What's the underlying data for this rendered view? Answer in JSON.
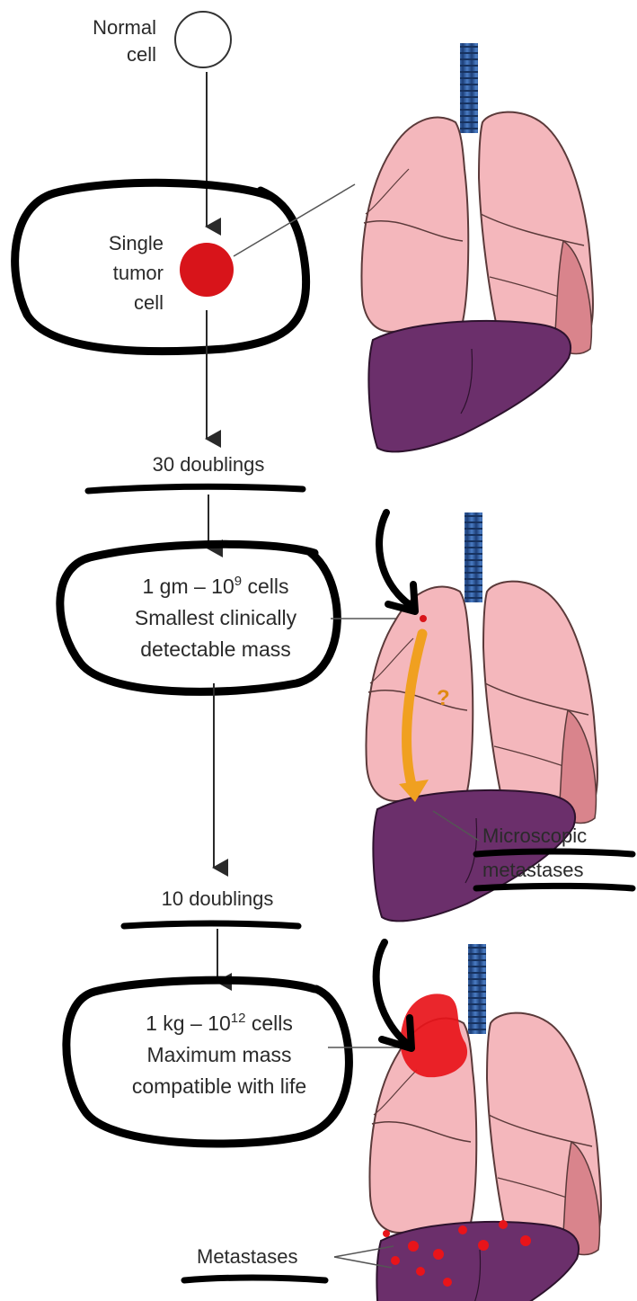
{
  "stage1": {
    "normal_label": [
      "Normal",
      "cell"
    ],
    "tumor_label": [
      "Single",
      "tumor",
      "cell"
    ],
    "doublings": "30 doublings"
  },
  "stage2": {
    "lines": [
      "1 gm – 10",
      "9",
      " cells",
      "Smallest clinically",
      "detectable mass"
    ],
    "question_mark": "?",
    "metastases_label": [
      "Microscopic",
      "metastases"
    ],
    "doublings": "10 doublings"
  },
  "stage3": {
    "lines": [
      "1 kg – 10",
      "12",
      " cells",
      "Maximum mass",
      "compatible with life"
    ],
    "metastases_label": "Metastases"
  },
  "colors": {
    "lung": "#f4b7bc",
    "lung_shadow": "#d9848c",
    "liver": "#6b2f6b",
    "trachea": "#2f5fa0",
    "tumor": "#d8141a",
    "arrow_orange": "#f0a020",
    "ink": "#000000"
  }
}
